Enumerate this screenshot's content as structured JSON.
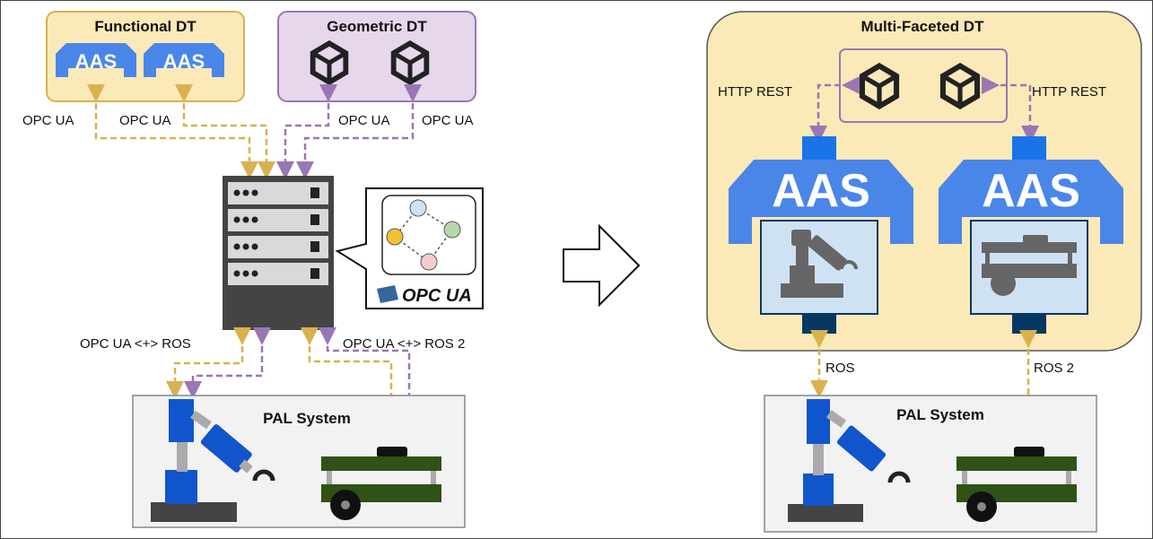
{
  "left": {
    "functional_title": "Functional DT",
    "geometric_title": "Geometric DT",
    "aas_label": "AAS",
    "opc_labels": [
      "OPC UA",
      "OPC UA",
      "OPC UA",
      "OPC UA"
    ],
    "bridge_left": "OPC UA <+> ROS",
    "bridge_right": "OPC UA <+> ROS 2",
    "pal_title": "PAL System",
    "opcua_logo_text": "OPC UA"
  },
  "right": {
    "container_title": "Multi-Faceted DT",
    "http_left": "HTTP REST",
    "http_right": "HTTP REST",
    "aas_label": "AAS",
    "ros_left": "ROS",
    "ros_right": "ROS 2",
    "pal_title": "PAL System"
  },
  "colors": {
    "aas_blue": "#4a86e8",
    "functional_bg": "#fbe9b7",
    "geometric_bg": "#e6d7ec",
    "yellow_arrow": "#d7b24e",
    "purple_arrow": "#9a76b3",
    "robot_green": "#2f5217",
    "pal_bg": "#f2f2f2"
  },
  "icons": [
    "unity-icon",
    "server-rack-icon",
    "robot-arm-icon",
    "mobile-robot-icon",
    "opcua-logo",
    "next-arrow-icon"
  ]
}
